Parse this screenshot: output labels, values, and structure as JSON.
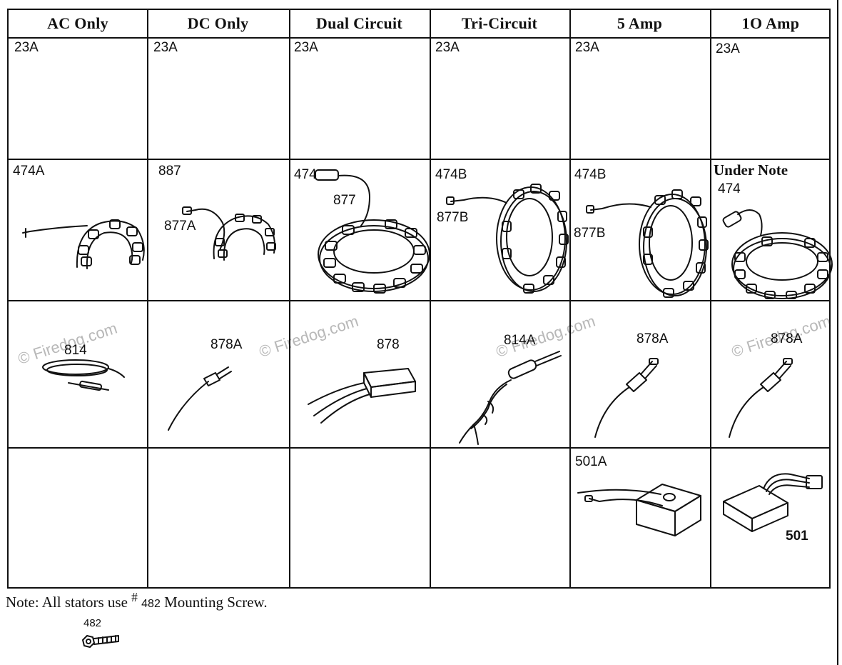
{
  "headers": [
    "AC Only",
    "DC Only",
    "Dual Circuit",
    "Tri-Circuit",
    "5 Amp",
    "1O Amp"
  ],
  "row1_labels": [
    "23A",
    "23A",
    "23A",
    "23A",
    "23A",
    "23A"
  ],
  "row2": {
    "ac_stator": "474A",
    "dc_stator": "887",
    "dc_lead": "877A",
    "dual_stator": "474",
    "dual_lead": "877",
    "tri_stator": "474B",
    "tri_lead": "877B",
    "amp5_stator": "474B",
    "amp5_lead": "877B",
    "amp10_note": "Under Note",
    "amp10_stator": "474"
  },
  "row3": {
    "ac": "814",
    "dc": "878A",
    "dual": "878",
    "tri": "814A",
    "amp5": "878A",
    "amp10": "878A"
  },
  "row4": {
    "amp5_regulator": "501A",
    "amp10_regulator": "501"
  },
  "note": {
    "prefix": "Note: All stators use",
    "hash": "#",
    "part": "482",
    "suffix": "Mounting Screw."
  },
  "screw_label": "482",
  "watermark": "© Firedog.com"
}
